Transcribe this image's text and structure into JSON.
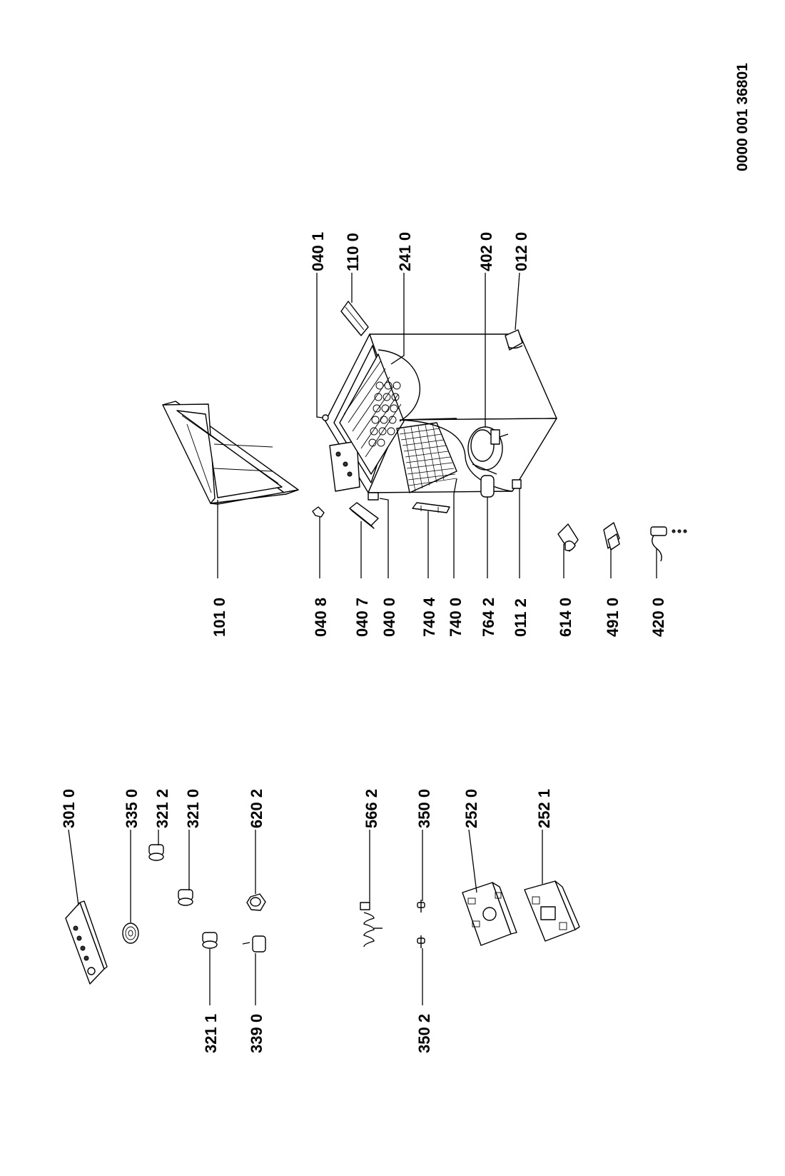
{
  "document_id": "0000 001 36801",
  "labels": {
    "p3010": "301 0",
    "p3350": "335 0",
    "p3212": "321 2",
    "p3210": "321 0",
    "p6202": "620 2",
    "p3211": "321 1",
    "p3390": "339 0",
    "p5662": "566 2",
    "p3500": "350 0",
    "p2520": "252 0",
    "p2521": "252 1",
    "p3502": "350 2",
    "p1010": "101 0",
    "p0408": "040 8",
    "p0407": "040 7",
    "p0400": "040 0",
    "p7404": "740 4",
    "p7400": "740 0",
    "p7642": "764 2",
    "p0112": "011 2",
    "p6140": "614 0",
    "p4910": "491 0",
    "p4200": "420 0",
    "p0401": "040 1",
    "p1100": "110 0",
    "p2410": "241 0",
    "p4020": "402 0",
    "p0120": "012 0"
  }
}
